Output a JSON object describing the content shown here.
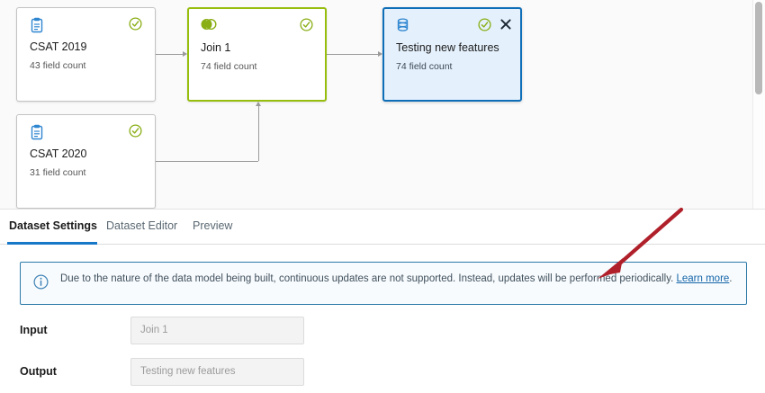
{
  "canvas": {
    "nodes": [
      {
        "id": "csat2019",
        "title": "CSAT 2019",
        "subtitle": "43 field count",
        "type_icon": "clipboard-icon",
        "status_icon": "check-circle-icon",
        "selected": false,
        "closable": false
      },
      {
        "id": "csat2020",
        "title": "CSAT 2020",
        "subtitle": "31 field count",
        "type_icon": "clipboard-icon",
        "status_icon": "check-circle-icon",
        "selected": false,
        "closable": false
      },
      {
        "id": "join1",
        "title": "Join 1",
        "subtitle": "74 field count",
        "type_icon": "join-venn-icon",
        "status_icon": "check-circle-icon",
        "selected": false,
        "closable": false
      },
      {
        "id": "testing",
        "title": "Testing new features",
        "subtitle": "74 field count",
        "type_icon": "database-icon",
        "status_icon": "check-circle-icon",
        "selected": true,
        "closable": true
      }
    ],
    "scrollbar": {
      "name": "vertical-scrollbar"
    }
  },
  "tabs": [
    {
      "label": "Dataset Settings",
      "active": true
    },
    {
      "label": "Dataset Editor",
      "active": false
    },
    {
      "label": "Preview",
      "active": false
    }
  ],
  "banner": {
    "icon": "info-circle-icon",
    "text_before": "Due to the nature of the data model being built, continuous updates are not supported. Instead, updates will be performed periodically. ",
    "link_label": "Learn more",
    "text_after": "."
  },
  "fields": [
    {
      "label": "Input",
      "value": "Join 1",
      "readonly": true
    },
    {
      "label": "Output",
      "value": "Testing new features",
      "readonly": true
    }
  ],
  "colors": {
    "accent_blue": "#1878c8",
    "selected_node_border": "#0e6eb8",
    "selected_node_fill": "#e4f0fb",
    "join_node_border": "#97bd0d",
    "status_green": "#8aae15",
    "source_icon_blue": "#2f86d0",
    "banner_border": "#2d7aa8",
    "banner_fill": "#f7fbfe",
    "annotation_red": "#b0202a",
    "canvas_bg": "#fafafa"
  },
  "annotation": {
    "name": "red-callout-arrow",
    "color": "#b0202a"
  }
}
